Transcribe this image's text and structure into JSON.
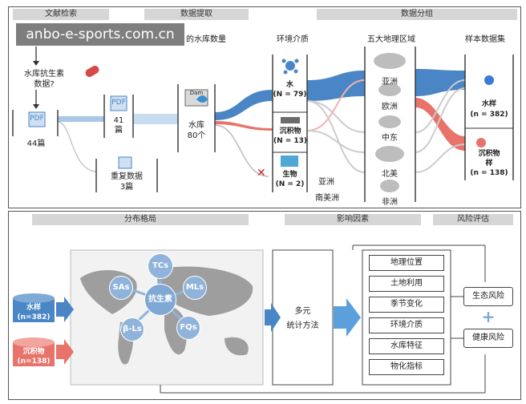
{
  "top": {
    "headers": {
      "literature": "文献检索",
      "extraction": "数据提取",
      "grouping": "数据分组"
    },
    "col_headers": {
      "reservoir_count": "的水库数量",
      "env_medium": "环境介质",
      "regions": "五大地理区域",
      "datasets": "样本数据集"
    },
    "question": "水库抗生素\n数据?",
    "pdf_label": "PDF",
    "dam_label": "Dam",
    "papers_44": "44篇",
    "papers_41": "41\n篇",
    "duplicate": "重复数据\n3篇",
    "reservoir": "水库\n80个",
    "water": "水\n(N = 79)",
    "sediment": "沉积物\n(N = 13)",
    "biota": "生物\n(N = 2)",
    "asia_label": "亚洲",
    "sa_label": "南美洲",
    "regions_list": [
      "亚洲",
      "欧洲",
      "中东",
      "北美",
      "非洲"
    ],
    "water_sample": "水样\n(n = 382)",
    "sediment_sample": "沉积物\n样\n(n = 138)"
  },
  "bottom": {
    "headers": {
      "distribution": "分布格局",
      "factors": "影响因素",
      "risk": "风险评估"
    },
    "water_sample": "水样\n(n=382)",
    "sediment_sample": "沉积物\n(n=138)",
    "center": "抗生素",
    "classes": [
      "TCs",
      "SAs",
      "MLs",
      "β-Ls",
      "FQs"
    ],
    "stats": "多元\n统计方法",
    "factors": [
      "地理位置",
      "土地利用",
      "季节变化",
      "环境介质",
      "水库特征",
      "物化指标"
    ],
    "eco_risk": "生态风险",
    "plus": "+",
    "health_risk": "健康风险"
  },
  "watermark": "anbo-e-sports.com.cn",
  "colors": {
    "water_blue": "#4a86c5",
    "sediment_red": "#e8736a",
    "light_blue": "#a9c8e8",
    "header_gray": "#d6d6d6"
  }
}
